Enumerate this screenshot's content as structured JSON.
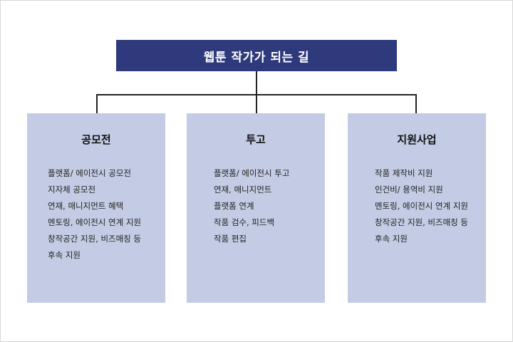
{
  "root": {
    "title": "웹툰 작가가 되는 길"
  },
  "branches": [
    {
      "title": "공모전",
      "items": [
        "플랫폼/ 에이전시 공모전",
        "지자체 공모전",
        "연재, 매니지먼트 혜택",
        "멘토링, 에이전시 연계 지원",
        "창작공간 지원, 비즈매칭 등",
        "후속 지원"
      ]
    },
    {
      "title": "투고",
      "items": [
        "플랫폼/ 에이전시 투고",
        "연재, 매니지먼트",
        "플랫폼 연계",
        "작품 검수, 피드백",
        "작품 편집"
      ]
    },
    {
      "title": "지원사업",
      "items": [
        "작품 제작비 지원",
        "인건비/ 용역비 지원",
        "멘토링, 에이전시 연계 지원",
        "창작공간 지원, 비즈매칭 등",
        "후속 지원"
      ]
    }
  ],
  "colors": {
    "root_fill": "#2e3a7c",
    "box_fill": "#c3cce4",
    "connector": "#222222"
  }
}
